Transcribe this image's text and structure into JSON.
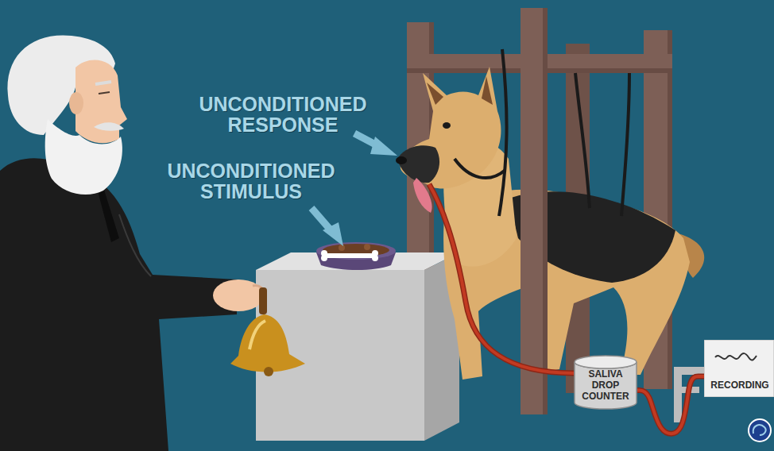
{
  "diagram": {
    "nodes": [
      {
        "text": [
          "SALIVA DROP COUNTER"
        ]
      },
      {
        "text": [
          "RECORDING"
        ]
      }
    ],
    "edges": [
      {
        "from": 0,
        "to": 1,
        "arrow": "none"
      }
    ],
    "labels": [
      "UNCONDITIONED RESPONSE",
      "UNCONDITIONED STIMULUS"
    ]
  }
}
